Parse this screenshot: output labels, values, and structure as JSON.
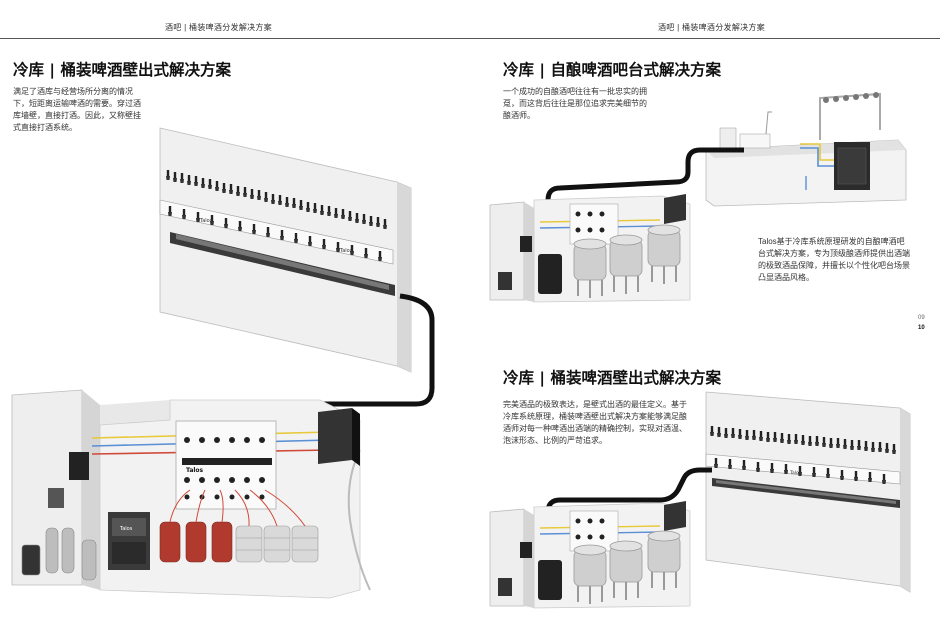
{
  "header": {
    "left": "酒吧 | 桶装啤酒分发解决方案",
    "right": "酒吧 | 桶装啤酒分发解决方案"
  },
  "left_panel": {
    "title": "冷库 | 桶装啤酒壁出式解决方案",
    "text": "满足了酒库与经营场所分离的情况下，短距离运输啤酒的需要。穿过酒库墙壁，直接打酒。因此，又称壁挂式直接打酒系统。"
  },
  "top_right": {
    "title": "冷库 | 自酿啤酒吧台式解决方案",
    "text": "一个成功的自酿酒吧往往有一批忠实的拥趸，而这背后往往是那位追求完美细节的酿酒师。",
    "note": "Talos基于冷库系统原理研发的自酿啤酒吧台式解决方案，专为顶级酿酒师提供出酒端的极致酒品保障，并擅长以个性化吧台场景凸显酒品风格。"
  },
  "bottom_right": {
    "title": "冷库 | 桶装啤酒壁出式解决方案",
    "text": "完美酒品的极致表达，是壁式出酒的最佳定义。基于冷库系统原理，桶装啤酒壁出式解决方案能够满足酿酒师对每一种啤酒出酒端的精确控制，实现对酒温、泡沫形态、比例的严苛追求。"
  },
  "brand": "Talos",
  "page_numbers": {
    "prev": "09",
    "current": "10"
  },
  "colors": {
    "line": "#111111",
    "wall": "#ececec",
    "yellow": "#e8c93a",
    "blue": "#5b8fd6",
    "red": "#d04a3a",
    "keg_red": "#b03a2e"
  }
}
